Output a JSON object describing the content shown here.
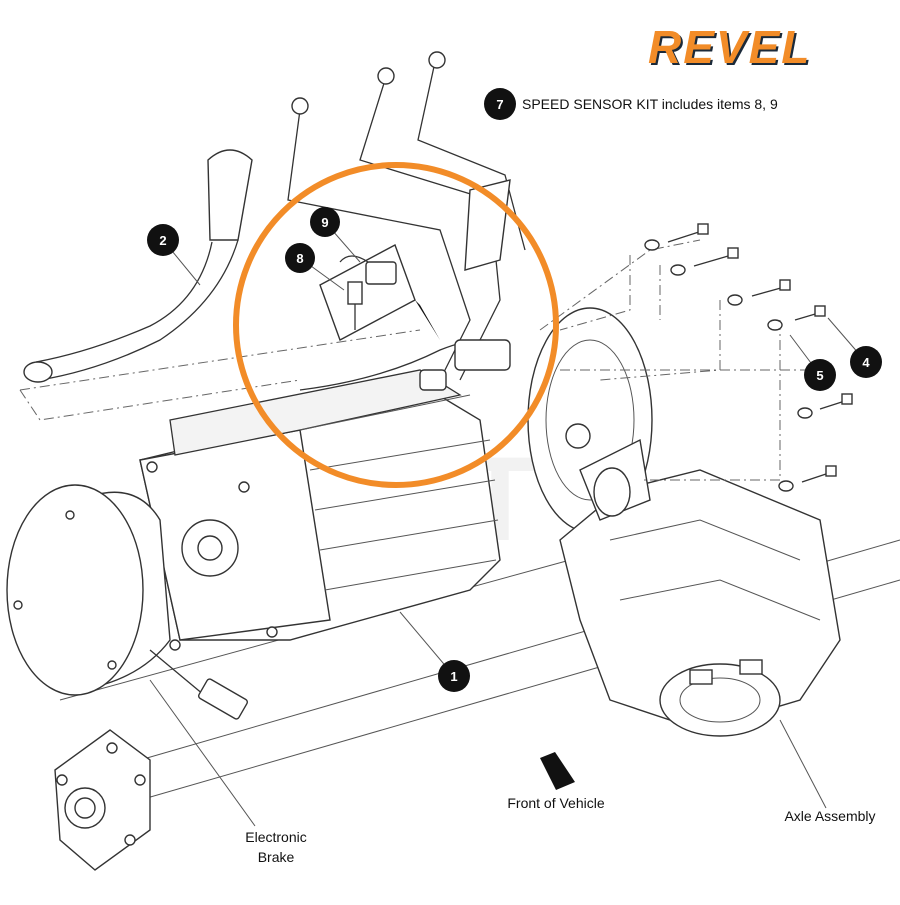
{
  "brand": {
    "name": "REVEL",
    "accent": "#F28C28",
    "dark": "#1B2A3A"
  },
  "kit_note": {
    "number": "7",
    "text": "SPEED SENSOR KIT includes items 8, 9"
  },
  "callouts": [
    {
      "id": "1",
      "name": "callout-1"
    },
    {
      "id": "2",
      "name": "callout-2"
    },
    {
      "id": "4",
      "name": "callout-4"
    },
    {
      "id": "5",
      "name": "callout-5"
    },
    {
      "id": "8",
      "name": "callout-8"
    },
    {
      "id": "9",
      "name": "callout-9"
    }
  ],
  "labels": {
    "brake_line1": "Electronic",
    "brake_line2": "Brake",
    "front": "Front of Vehicle",
    "axle": "Axle Assembly"
  },
  "highlight_color": "#F28C28"
}
